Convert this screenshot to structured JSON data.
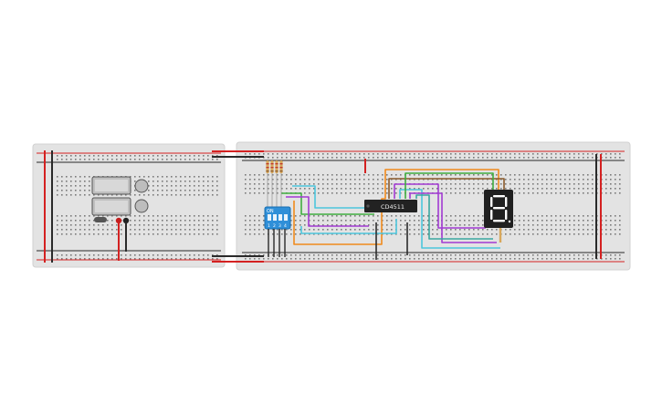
{
  "canvas": {
    "background": "#ffffff"
  },
  "colors": {
    "board": "#e3e3e3",
    "board_edge": "#d0d0d0",
    "hole": "#7a7a7a",
    "rail_red": "#d42121",
    "rail_black": "#2a2a2a",
    "wire_cyan": "#4cc6dc",
    "wire_purple": "#a23bd3",
    "wire_green": "#3fae3f",
    "wire_orange": "#f08a1c",
    "wire_brown": "#8a5a2b",
    "wire_gray": "#8c8c8c",
    "wire_teal": "#3aa7a0",
    "dip_switch": "#2f8fd8",
    "ic_body": "#222222",
    "seven_seg_body": "#202020",
    "seven_seg_segment": "#ffffff"
  },
  "left_board": {
    "label": "breadboard-small",
    "controller": {
      "display_icons": [
        "lcd-icon",
        "lcd-icon"
      ],
      "knob_icons": [
        "knob-icon",
        "knob-icon"
      ],
      "switch_icon": "slide-switch-icon"
    }
  },
  "main_board": {
    "label": "breadboard-main",
    "rail_markers": {
      "plus": "+",
      "minus": "−"
    }
  },
  "components": {
    "dip_switch": {
      "text": "ON",
      "pins": [
        "1",
        "2",
        "3",
        "4"
      ]
    },
    "ic": {
      "text": "CD4511"
    },
    "seven_segment": {
      "digit": "8"
    },
    "resistors": {
      "count": 4
    }
  }
}
